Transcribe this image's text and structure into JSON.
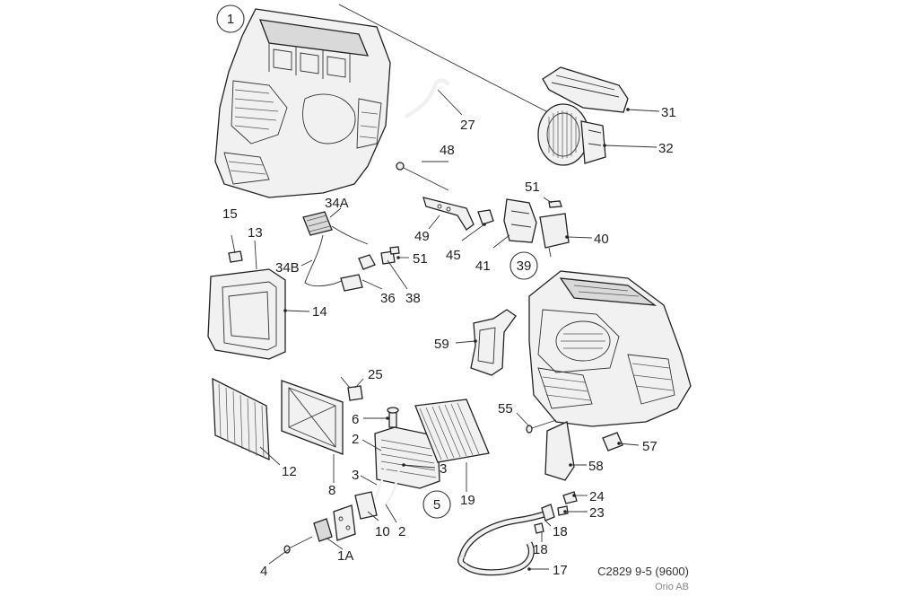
{
  "figure": {
    "drawing_code": "C2829 9-5 (9600)",
    "credit": "Orio AB"
  },
  "groups": [
    {
      "id": "g1",
      "label": "1"
    },
    {
      "id": "g39",
      "label": "39"
    },
    {
      "id": "g5",
      "label": "5"
    }
  ],
  "parts": [
    {
      "id": "p27",
      "label": "27"
    },
    {
      "id": "p31",
      "label": "31"
    },
    {
      "id": "p32",
      "label": "32"
    },
    {
      "id": "p48",
      "label": "48"
    },
    {
      "id": "p51a",
      "label": "51"
    },
    {
      "id": "p40",
      "label": "40"
    },
    {
      "id": "p34A",
      "label": "34A"
    },
    {
      "id": "p15",
      "label": "15"
    },
    {
      "id": "p13",
      "label": "13"
    },
    {
      "id": "p49",
      "label": "49"
    },
    {
      "id": "p45",
      "label": "45"
    },
    {
      "id": "p41",
      "label": "41"
    },
    {
      "id": "p51b",
      "label": "51"
    },
    {
      "id": "p34B",
      "label": "34B"
    },
    {
      "id": "p36",
      "label": "36"
    },
    {
      "id": "p38",
      "label": "38"
    },
    {
      "id": "p14",
      "label": "14"
    },
    {
      "id": "p59",
      "label": "59"
    },
    {
      "id": "p25",
      "label": "25"
    },
    {
      "id": "p55",
      "label": "55"
    },
    {
      "id": "p6",
      "label": "6"
    },
    {
      "id": "p2a",
      "label": "2"
    },
    {
      "id": "p3a",
      "label": "3"
    },
    {
      "id": "p57",
      "label": "57"
    },
    {
      "id": "p12",
      "label": "12"
    },
    {
      "id": "p8",
      "label": "8"
    },
    {
      "id": "p3b",
      "label": "3"
    },
    {
      "id": "p19",
      "label": "19"
    },
    {
      "id": "p58",
      "label": "58"
    },
    {
      "id": "p24",
      "label": "24"
    },
    {
      "id": "p23",
      "label": "23"
    },
    {
      "id": "p10",
      "label": "10"
    },
    {
      "id": "p2b",
      "label": "2"
    },
    {
      "id": "p18a",
      "label": "18"
    },
    {
      "id": "p18b",
      "label": "18"
    },
    {
      "id": "p4",
      "label": "4"
    },
    {
      "id": "p1A",
      "label": "1A"
    },
    {
      "id": "p17",
      "label": "17"
    }
  ]
}
